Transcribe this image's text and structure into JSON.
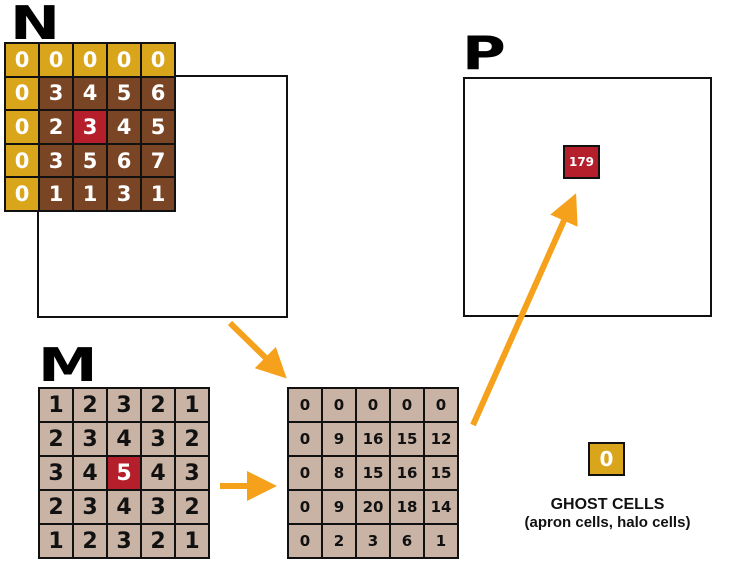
{
  "labels": {
    "n": "N",
    "m": "M",
    "p": "P"
  },
  "n_grid": {
    "rows": [
      [
        "0",
        "0",
        "0",
        "0",
        "0"
      ],
      [
        "0",
        "3",
        "4",
        "5",
        "6"
      ],
      [
        "0",
        "2",
        "3",
        "4",
        "5"
      ],
      [
        "0",
        "3",
        "5",
        "6",
        "7"
      ],
      [
        "0",
        "1",
        "1",
        "3",
        "1"
      ]
    ],
    "highlight": [
      2,
      2
    ]
  },
  "m_grid": {
    "rows": [
      [
        "1",
        "2",
        "3",
        "2",
        "1"
      ],
      [
        "2",
        "3",
        "4",
        "3",
        "2"
      ],
      [
        "3",
        "4",
        "5",
        "4",
        "3"
      ],
      [
        "2",
        "3",
        "4",
        "3",
        "2"
      ],
      [
        "1",
        "2",
        "3",
        "2",
        "1"
      ]
    ],
    "highlight": [
      2,
      2
    ]
  },
  "product_grid": {
    "rows": [
      [
        "0",
        "0",
        "0",
        "0",
        "0"
      ],
      [
        "0",
        "9",
        "16",
        "15",
        "12"
      ],
      [
        "0",
        "8",
        "15",
        "16",
        "15"
      ],
      [
        "0",
        "9",
        "20",
        "18",
        "14"
      ],
      [
        "0",
        "2",
        "3",
        "6",
        "1"
      ]
    ]
  },
  "p_cell": {
    "value": "179"
  },
  "legend": {
    "box_value": "0",
    "title": "GHOST CELLS",
    "subtitle": "(apron cells, halo cells)"
  },
  "colors": {
    "ghost": "#d9a51b",
    "input": "#7a4525",
    "highlight": "#b51f2b",
    "mask": "#c9b3a5",
    "arrow": "#f5a11c"
  }
}
